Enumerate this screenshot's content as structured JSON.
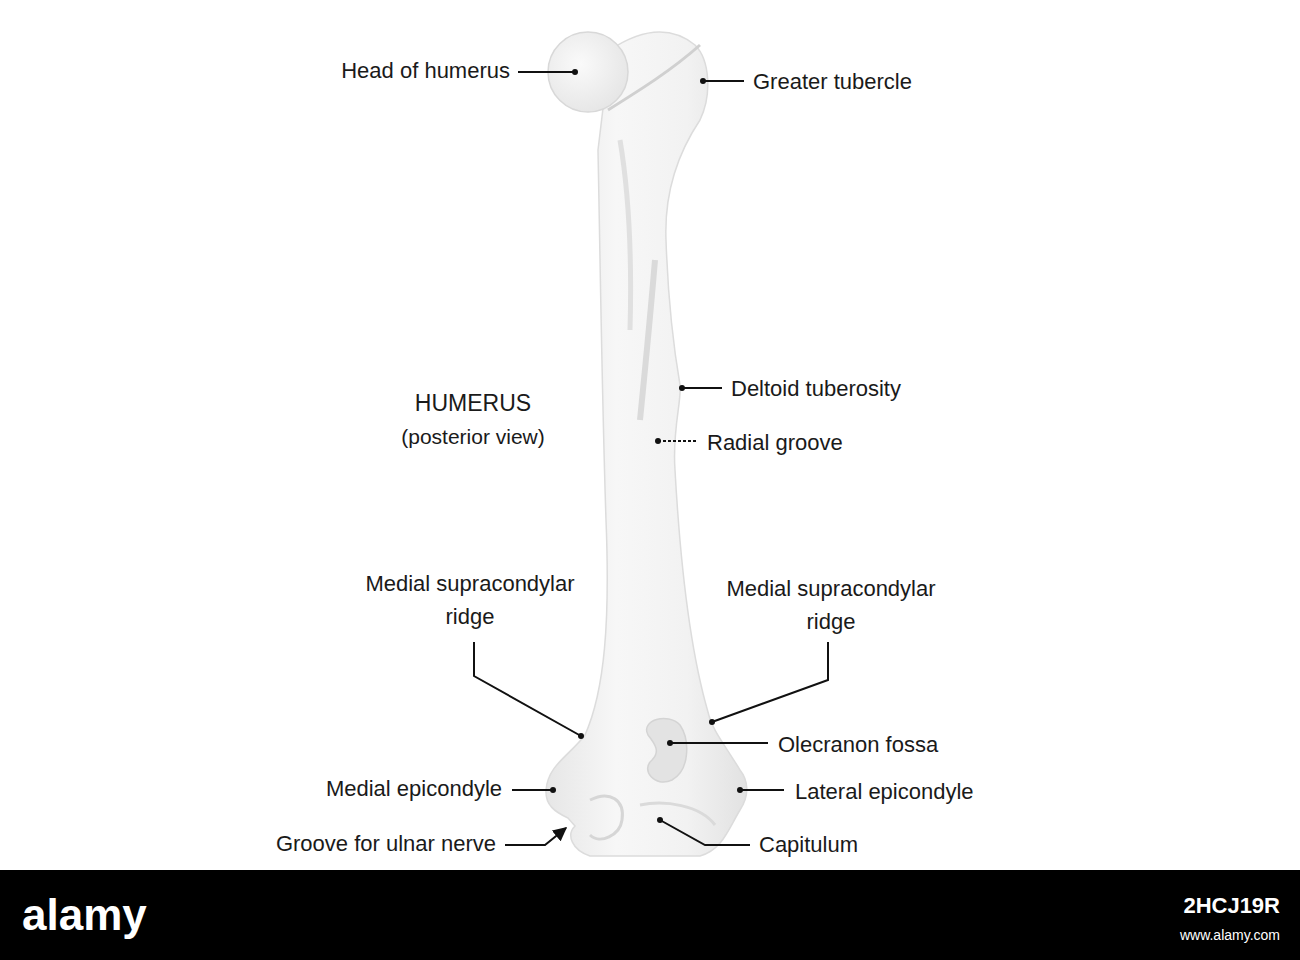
{
  "diagram": {
    "labels": [
      "Head of humerus",
      "Greater tubercle",
      "HUMERUS",
      "(posterior view)",
      "Deltoid tuberosity",
      "Radial groove",
      "Medial supracondylar ridge",
      "Medial supracondylar ridge",
      "Olecranon fossa",
      "Medial epicondyle",
      "Lateral epicondyle",
      "Groove for ulnar nerve",
      "Capitulum",
      "alamy",
      "2HCJ19R",
      "www.alamy.com"
    ]
  }
}
